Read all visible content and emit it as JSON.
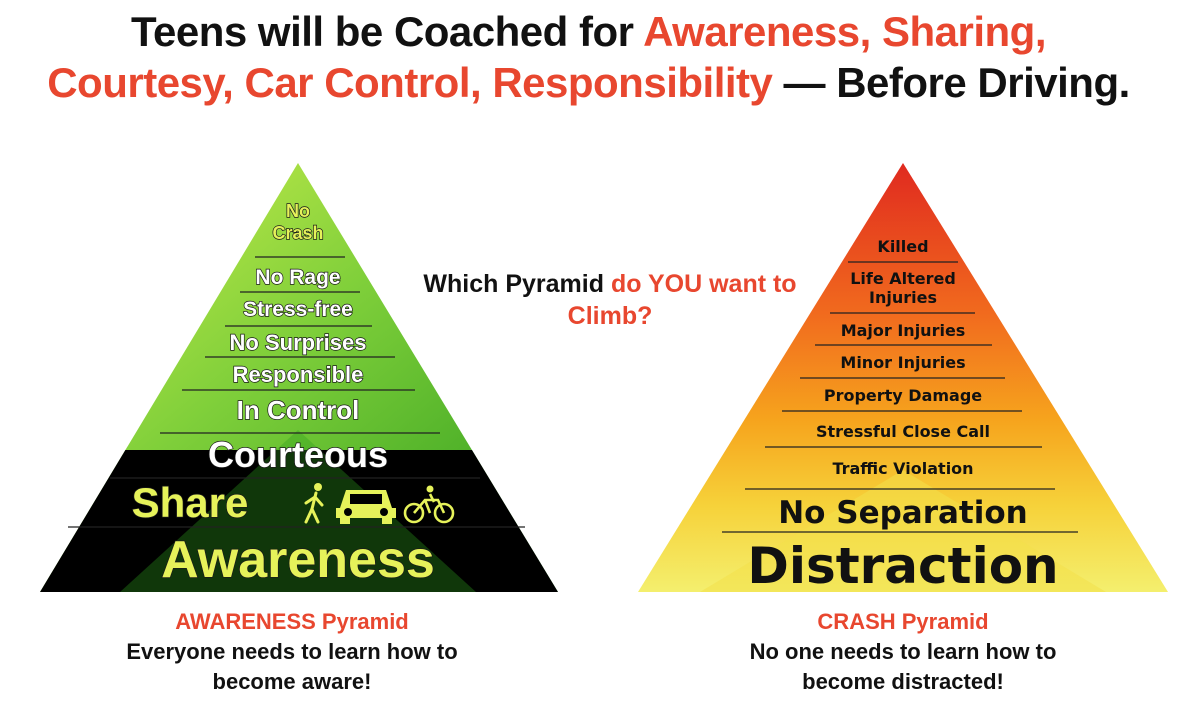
{
  "headline": {
    "line1_black": "Teens will be Coached for ",
    "line1_red": "Awareness, Sharing,",
    "line2_red": "Courtesy, Car Control, Responsibility",
    "line2_black": " — Before Driving."
  },
  "question": {
    "black": "Which Pyramid ",
    "red": "do YOU want to Climb?"
  },
  "awareness_pyramid": {
    "levels": [
      "No Crash",
      "No Rage",
      "Stress-free",
      "No Surprises",
      "Responsible",
      "In Control",
      "Courteous",
      "Share",
      "Awareness"
    ],
    "icons": [
      "pedestrian-icon",
      "car-icon",
      "bicycle-icon"
    ],
    "caption_title": "AWARENESS Pyramid",
    "caption_sub": "Everyone needs to learn how to become aware!",
    "colors": {
      "green_dark": "#2f9e1e",
      "green_light": "#c8ec4a",
      "yellow_text": "#e6f25a",
      "black": "#000000"
    }
  },
  "crash_pyramid": {
    "levels": [
      "Killed",
      "Life Altered Injuries",
      "Major Injuries",
      "Minor Injuries",
      "Property Damage",
      "Stressful Close Call",
      "Traffic Violation",
      "No Separation",
      "Distraction"
    ],
    "caption_title": "CRASH Pyramid",
    "caption_sub": "No one needs to learn how to become distracted!",
    "colors": {
      "top": "#e23a22",
      "middle": "#f7a11a",
      "bottom": "#f7f06a"
    }
  },
  "accent_color": "#e8472f"
}
